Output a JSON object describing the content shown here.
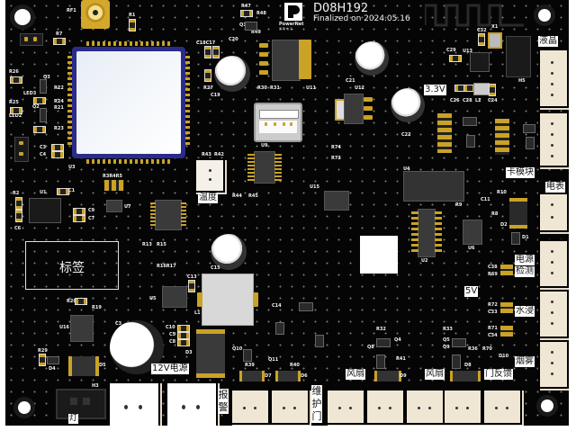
{
  "board": {
    "part_number": "D08H192",
    "finalized_text": "Finalized on 2024.05.16",
    "logo_text": "PowerNet",
    "logo_sub": "鸿 联 电 子",
    "label_area_text": "标签",
    "colors": {
      "solder_mask": "#050505",
      "silkscreen": "#ffffff",
      "copper": "#c9a227",
      "connector": "#f0e6d4"
    }
  },
  "connector_labels": {
    "lcd": "液晶",
    "card_module": "卡模块",
    "meter": "电表",
    "power_detect": [
      "电源",
      "检测"
    ],
    "water_immersion": "水浸",
    "smoke": "烟雾",
    "door_feedback": "门反馈",
    "fan_1": "风扇",
    "fan_2": "风扇",
    "maintenance_door": [
      "维",
      "护",
      "门"
    ],
    "alarm": [
      "报",
      "警"
    ],
    "power_12v": "12V电源",
    "lamp": "灯",
    "temperature": "温度"
  },
  "voltage_labels": {
    "v33": "3.3V",
    "v5": "5V"
  },
  "designators": {
    "rf1": "RF1",
    "r1": "R1",
    "r7": "R7",
    "r26": "R26",
    "r25": "R25",
    "led3": "LED3",
    "led2": "LED2",
    "q3": "Q3",
    "q2": "Q2",
    "r22": "R22",
    "r24": "R24",
    "r21": "R21",
    "r23": "R23",
    "c3": "C3",
    "c4": "C4",
    "u3": "U3",
    "r47": "R47",
    "r48": "R48",
    "q14": "Q14",
    "r49": "R49",
    "c20": "C20",
    "c18c17": "C18C17",
    "r27": "R27",
    "c19": "C19",
    "r30": "R30",
    "r31": "R31",
    "u11": "U11",
    "c21": "C21",
    "u12": "U12",
    "c22": "C22",
    "u13": "U13",
    "x1": "X1",
    "c32": "C32",
    "c29": "C29",
    "c26": "C26",
    "c28": "C28",
    "l2": "L2",
    "c24": "C24",
    "h5": "H5",
    "r2": "R2",
    "u1": "U1",
    "c1": "C1",
    "c6": "C6",
    "c9": "C9",
    "c7": "C7",
    "r3r4r5": "R3R4R5",
    "u7": "U7",
    "r13": "R13",
    "r15": "R15",
    "r16r17": "R16R17",
    "c13": "C13",
    "u5": "U5",
    "l1": "L1",
    "c10": "C10",
    "c5": "C5",
    "c8": "C8",
    "d3": "D3",
    "c15": "C15",
    "r20": "R20",
    "r19": "R19",
    "u16": "U16",
    "r28": "R28",
    "c11": "C11",
    "r29": "R29",
    "d4": "D4",
    "d5": "D5",
    "h3": "H3",
    "r43": "R43",
    "r42": "R42",
    "r44": "R44",
    "r45": "R45",
    "u9": "U9",
    "c14": "C14",
    "u15": "U15",
    "r74": "R74",
    "r73": "R73",
    "u4": "U4",
    "u2": "U2",
    "u6": "U6",
    "r9": "R9",
    "r8": "R8",
    "r10": "R10",
    "d2": "D2",
    "d1": "D1",
    "c38": "C38",
    "r69": "R69",
    "r72": "R72",
    "c33": "C33",
    "r71": "R71",
    "c34": "C34",
    "r70": "R70",
    "d10": "D10",
    "r32": "R32",
    "q4": "Q4",
    "r33": "R33",
    "q5": "Q5",
    "q8": "Q8",
    "q9": "Q9",
    "r41": "R41",
    "r36": "R36",
    "d8": "D8",
    "d9": "D9",
    "d7": "D7",
    "d6": "D6",
    "q10": "Q10",
    "q11": "Q11",
    "r39": "R39",
    "r40": "R40"
  }
}
